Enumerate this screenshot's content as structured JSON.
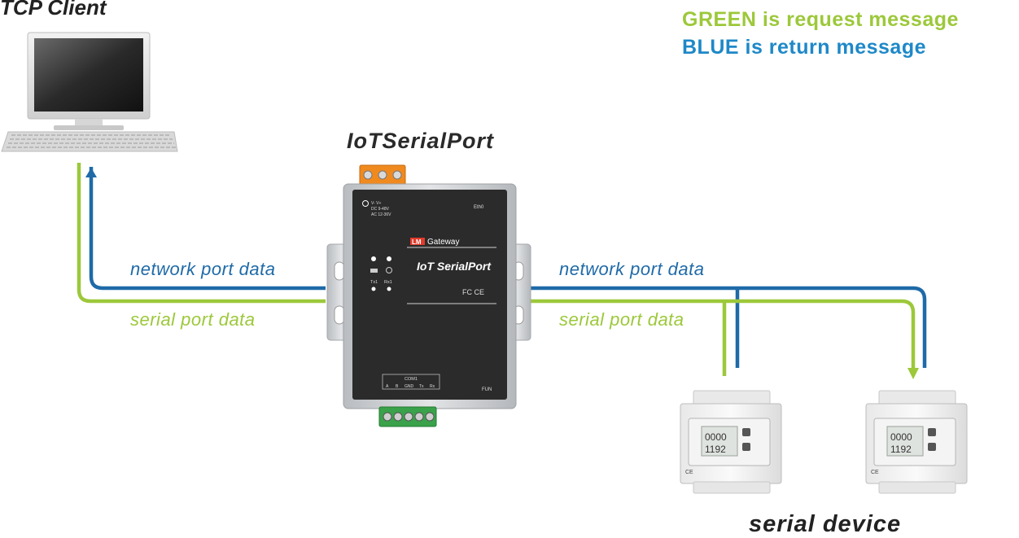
{
  "titles": {
    "tcp_client": "TCP Client",
    "gateway": "IoTSerialPort",
    "serial_device": "serial device"
  },
  "legend": {
    "green": "GREEN is request message",
    "blue": "BLUE is return message"
  },
  "labels": {
    "network_left": "network port data",
    "serial_left": "serial port data",
    "network_right": "network port data",
    "serial_right": "serial port data"
  },
  "gateway_device": {
    "brand": "LM",
    "brand_suffix": "Gateway",
    "product": "IoT SerialPort",
    "power_v": "V-  V+",
    "power_dc": "DC 9-48V",
    "power_ac": "AC 12-36V",
    "eth": "Eth0",
    "tx": "Tx1",
    "rx": "Rx1",
    "com": "COM1",
    "pins": [
      "A",
      "B",
      "GND",
      "Tx",
      "Rx"
    ],
    "fun": "FUN",
    "cert": "FC CE"
  },
  "meter": {
    "line1": "0000",
    "line2": "1192"
  },
  "colors": {
    "request_green": "#9cc83a",
    "return_blue": "#1f6aa8",
    "device_body": "#2b2b2b",
    "device_frame": "#c9ccd0"
  }
}
